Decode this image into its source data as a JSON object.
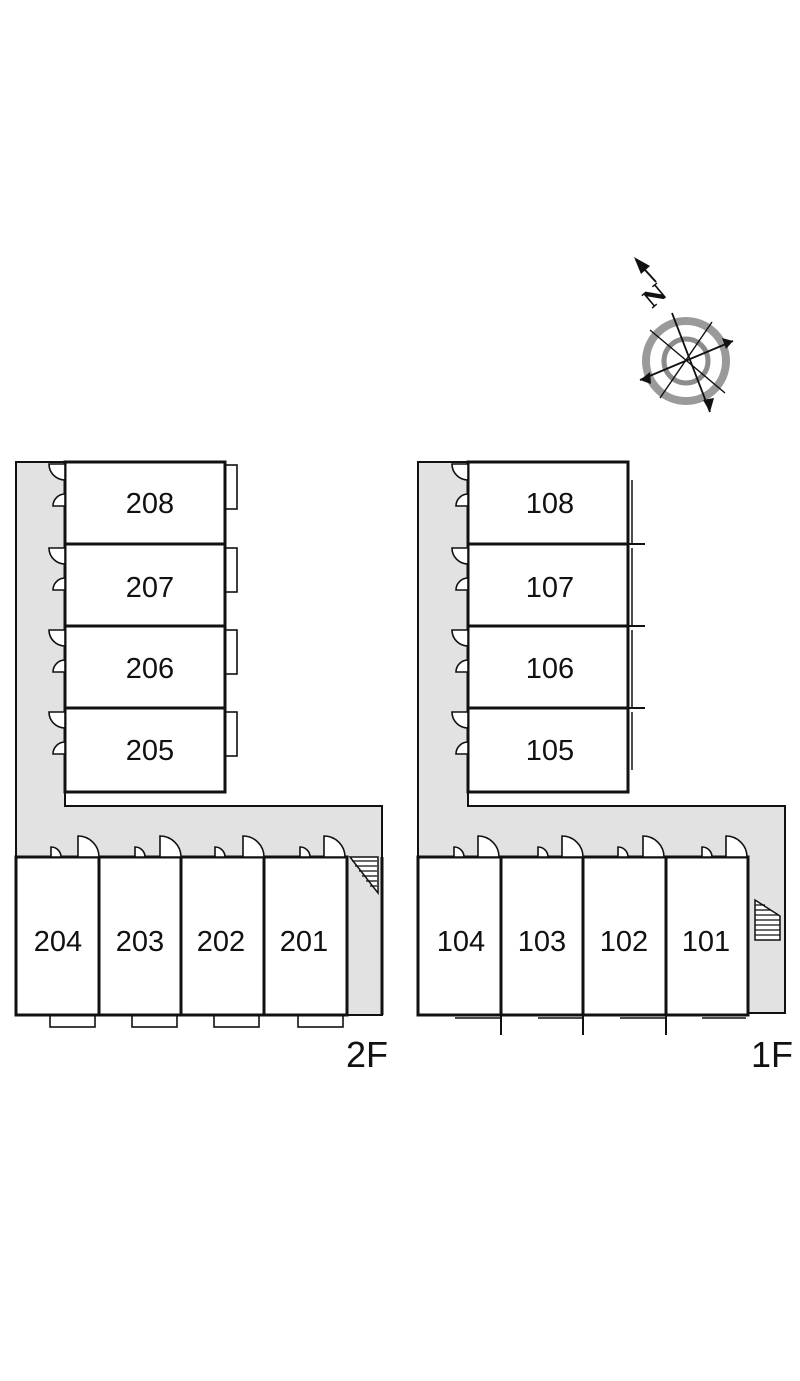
{
  "compass": {
    "label": "N",
    "icon": "compass-north-arrow-icon"
  },
  "floors": [
    {
      "id": "2F",
      "label": "2F",
      "rooms": [
        {
          "number": "208"
        },
        {
          "number": "207"
        },
        {
          "number": "206"
        },
        {
          "number": "205"
        },
        {
          "number": "204"
        },
        {
          "number": "203"
        },
        {
          "number": "202"
        },
        {
          "number": "201"
        }
      ]
    },
    {
      "id": "1F",
      "label": "1F",
      "rooms": [
        {
          "number": "108"
        },
        {
          "number": "107"
        },
        {
          "number": "106"
        },
        {
          "number": "105"
        },
        {
          "number": "104"
        },
        {
          "number": "103"
        },
        {
          "number": "102"
        },
        {
          "number": "101"
        }
      ]
    }
  ],
  "colors": {
    "corridor": "#e2e2e2",
    "line": "#111111",
    "background": "#ffffff"
  }
}
